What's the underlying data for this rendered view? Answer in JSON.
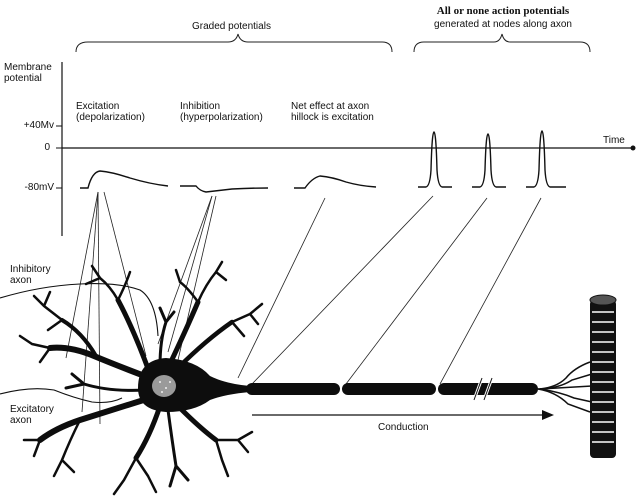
{
  "header": {
    "graded": "Graded potentials",
    "action_line1": "All or none action potentials",
    "action_line2": "generated at nodes along axon"
  },
  "y_axis": {
    "title_line1": "Membrane",
    "title_line2": "potential",
    "tick_top": "+40Mv",
    "tick_zero": "0",
    "tick_bottom": "-80mV"
  },
  "x_axis": {
    "label": "Time"
  },
  "potentials": {
    "excitation_line1": "Excitation",
    "excitation_line2": "(depolarization)",
    "inhibition_line1": "Inhibition",
    "inhibition_line2": "(hyperpolarization)",
    "net_line1": "Net effect at axon",
    "net_line2": "hillock is excitation"
  },
  "neuron": {
    "inhibitory_line1": "Inhibitory",
    "inhibitory_line2": "axon",
    "excitatory_line1": "Excitatory",
    "excitatory_line2": "axon",
    "conduction": "Conduction"
  }
}
